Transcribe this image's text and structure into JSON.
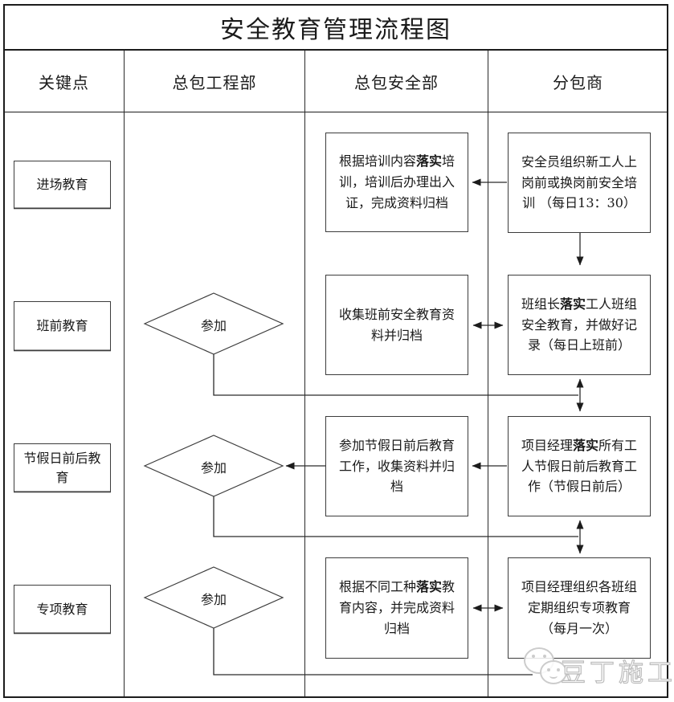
{
  "title": "安全教育管理流程图",
  "header": {
    "col1": "关键点",
    "col2": "总包工程部",
    "col3": "总包安全部",
    "col4": "分包商"
  },
  "diamond_label": "参加",
  "watermark": "豆丁施工",
  "rows": [
    {
      "key": "进场教育",
      "safety": {
        "pre": "根据培训内容",
        "bold": "落实",
        "post": "培训，培训后办理出入证，完成资料归档"
      },
      "sub": {
        "pre": "安全员组织新工人上岗前或换岗前安全培训 （每日13：30）",
        "bold": "",
        "post": ""
      }
    },
    {
      "key": "班前教育",
      "safety": {
        "pre": "收集班前安全教育资料并归档",
        "bold": "",
        "post": ""
      },
      "sub": {
        "pre": "班组长",
        "bold": "落实",
        "post": "工人班组安全教育，并做好记录（每日上班前）"
      }
    },
    {
      "key": "节假日前后教育",
      "safety": {
        "pre": "参加节假日前后教育工作，收集资料并归档",
        "bold": "",
        "post": ""
      },
      "sub": {
        "pre": "项目经理",
        "bold": "落实",
        "post": "所有工人节假日前后教育工作（节假日前后）"
      }
    },
    {
      "key": "专项教育",
      "safety": {
        "pre": "根据不同工种",
        "bold": "落实",
        "post": "教育内容，并完成资料归档"
      },
      "sub": {
        "pre": "项目经理组织各班组定期组织专项教育（每月一次）",
        "bold": "",
        "post": ""
      }
    }
  ],
  "colors": {
    "line": "#2b2b2b",
    "border": "#1c1c1c",
    "watermark": "#c4c4c4"
  }
}
